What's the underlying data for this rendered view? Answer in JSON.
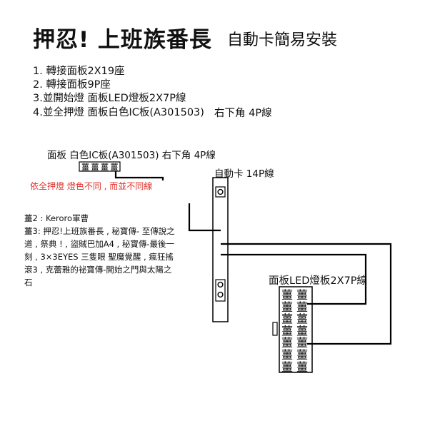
{
  "title": "押忍! 上班族番長",
  "subtitle": "自動卡簡易安裝",
  "steps": [
    "1. 轉接面板2X19座",
    "2. 轉接面板9P座",
    "3.並開始燈 面板LED燈板2X7P線",
    "4.並全押燈 面板白色IC板(A301503)"
  ],
  "step4_suffix": "右下角 4P線",
  "ic_board": {
    "label": "面板 白色IC板(A301503) 右下角 4P線",
    "connector_glyph": "薑",
    "pin_count": 4
  },
  "autocard": {
    "label": "自動卡 14P線"
  },
  "warning_note": "依全押燈 燈色不同 , 而並不同線",
  "legend_lines": [
    "薑2 : Keroro軍曹",
    "薑3: 押忍!上班族番長 , 秘寶傳- 至傳說之道 , 祭典 ! , 盜賊巴加A4 , 秘寶傳-最後一刻 , 3×3EYES 三隻眼 聖魔覺醒 , 瘋狂搖滾3 , 克蕾雅的祕寶傳-開始之門與太陽之石"
  ],
  "led_board": {
    "label": "面板LED燈板2X7P線",
    "connector_glyph": "薑",
    "rows": 7,
    "cols": 2
  }
}
